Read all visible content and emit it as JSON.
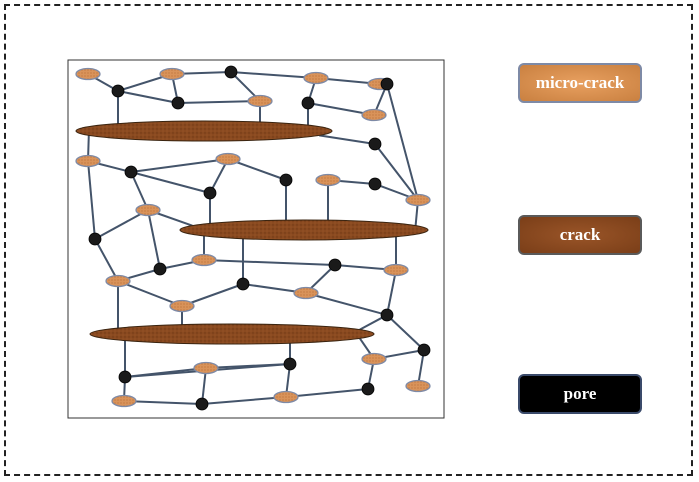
{
  "legend": {
    "micro_crack": "micro-crack",
    "crack": "crack",
    "pore": "pore"
  },
  "colors": {
    "edge": "#44546a",
    "pore": "#1a1a1a",
    "micro_crack_fill": "#d9935a",
    "micro_crack_stroke": "#7e8aa6",
    "crack_fill": "#8a4a20",
    "crack_stroke": "#3a2410",
    "box_border": "#333333"
  },
  "network": {
    "microcracks": [
      [
        "m1",
        88,
        74
      ],
      [
        "m2",
        172,
        74
      ],
      [
        "m3",
        316,
        78
      ],
      [
        "m4",
        380,
        84
      ],
      [
        "m5",
        260,
        101
      ],
      [
        "m6",
        374,
        115
      ],
      [
        "m7",
        88,
        161
      ],
      [
        "m8",
        228,
        159
      ],
      [
        "m9",
        328,
        180
      ],
      [
        "m10",
        418,
        200
      ],
      [
        "m11",
        148,
        210
      ],
      [
        "m12",
        204,
        260
      ],
      [
        "m13",
        396,
        270
      ],
      [
        "m14",
        118,
        281
      ],
      [
        "m15",
        306,
        293
      ],
      [
        "m16",
        182,
        306
      ],
      [
        "m17",
        374,
        359
      ],
      [
        "m18",
        206,
        368
      ],
      [
        "m19",
        124,
        401
      ],
      [
        "m20",
        286,
        397
      ],
      [
        "m21",
        418,
        386
      ]
    ],
    "pores": [
      [
        "p1",
        231,
        72
      ],
      [
        "p2",
        387,
        84
      ],
      [
        "p3",
        118,
        91
      ],
      [
        "p4",
        178,
        103
      ],
      [
        "p5",
        308,
        103
      ],
      [
        "p6",
        375,
        144
      ],
      [
        "p7",
        131,
        172
      ],
      [
        "p8",
        286,
        180
      ],
      [
        "p9",
        210,
        193
      ],
      [
        "p10",
        375,
        184
      ],
      [
        "p11",
        95,
        239
      ],
      [
        "p12",
        160,
        269
      ],
      [
        "p13",
        335,
        265
      ],
      [
        "p14",
        243,
        284
      ],
      [
        "p15",
        387,
        315
      ],
      [
        "p16",
        424,
        350
      ],
      [
        "p17",
        290,
        364
      ],
      [
        "p18",
        125,
        377
      ],
      [
        "p19",
        368,
        389
      ],
      [
        "p20",
        202,
        404
      ]
    ],
    "cracks": [
      [
        "c1",
        204,
        131,
        128,
        10
      ],
      [
        "c2",
        304,
        230,
        124,
        10
      ],
      [
        "c3",
        232,
        334,
        142,
        10
      ]
    ],
    "edges": [
      [
        "m1",
        "p3"
      ],
      [
        "p3",
        "m2"
      ],
      [
        "m2",
        "p1"
      ],
      [
        "p1",
        "m3"
      ],
      [
        "p1",
        "m5"
      ],
      [
        "p3",
        "p4"
      ],
      [
        "m2",
        "p4"
      ],
      [
        "p4",
        "m5"
      ],
      [
        "m3",
        "m4"
      ],
      [
        "m3",
        "p5"
      ],
      [
        "m4",
        "p2"
      ],
      [
        "p5",
        "m6"
      ],
      [
        "m6",
        "p2"
      ],
      [
        "p2",
        "m10"
      ],
      [
        "p5",
        "c1"
      ],
      [
        "p3",
        "c1"
      ],
      [
        "m5",
        "c1"
      ],
      [
        "m7",
        "p7"
      ],
      [
        "m7",
        "c1"
      ],
      [
        "m7",
        "p11"
      ],
      [
        "p7",
        "m8"
      ],
      [
        "m8",
        "p8"
      ],
      [
        "m8",
        "p9"
      ],
      [
        "p7",
        "p9"
      ],
      [
        "p7",
        "m11"
      ],
      [
        "p8",
        "c2"
      ],
      [
        "p9",
        "c2"
      ],
      [
        "p6",
        "c1"
      ],
      [
        "p6",
        "m10"
      ],
      [
        "m9",
        "p10"
      ],
      [
        "m9",
        "c2"
      ],
      [
        "p10",
        "m10"
      ],
      [
        "m10",
        "c2"
      ],
      [
        "m11",
        "p11"
      ],
      [
        "m11",
        "p12"
      ],
      [
        "m11",
        "c2"
      ],
      [
        "p11",
        "m14"
      ],
      [
        "m14",
        "p12"
      ],
      [
        "p12",
        "m12"
      ],
      [
        "m12",
        "p13"
      ],
      [
        "m12",
        "c2"
      ],
      [
        "p13",
        "m15"
      ],
      [
        "p13",
        "m13"
      ],
      [
        "m13",
        "c2"
      ],
      [
        "m13",
        "p15"
      ],
      [
        "m14",
        "m16"
      ],
      [
        "m16",
        "p14"
      ],
      [
        "p14",
        "m15"
      ],
      [
        "m15",
        "p15"
      ],
      [
        "p14",
        "c2"
      ],
      [
        "m16",
        "c3"
      ],
      [
        "m14",
        "c3"
      ],
      [
        "p15",
        "c3"
      ],
      [
        "p15",
        "p16"
      ],
      [
        "p16",
        "m21"
      ],
      [
        "c3",
        "m17"
      ],
      [
        "m17",
        "p19"
      ],
      [
        "m17",
        "p16"
      ],
      [
        "p17",
        "c3"
      ],
      [
        "p17",
        "m18"
      ],
      [
        "m18",
        "p18"
      ],
      [
        "m18",
        "p20"
      ],
      [
        "p18",
        "m19"
      ],
      [
        "m19",
        "p20"
      ],
      [
        "p20",
        "m20"
      ],
      [
        "m20",
        "p19"
      ],
      [
        "p17",
        "m20"
      ],
      [
        "p18",
        "c3"
      ],
      [
        "p18",
        "p17"
      ]
    ]
  }
}
